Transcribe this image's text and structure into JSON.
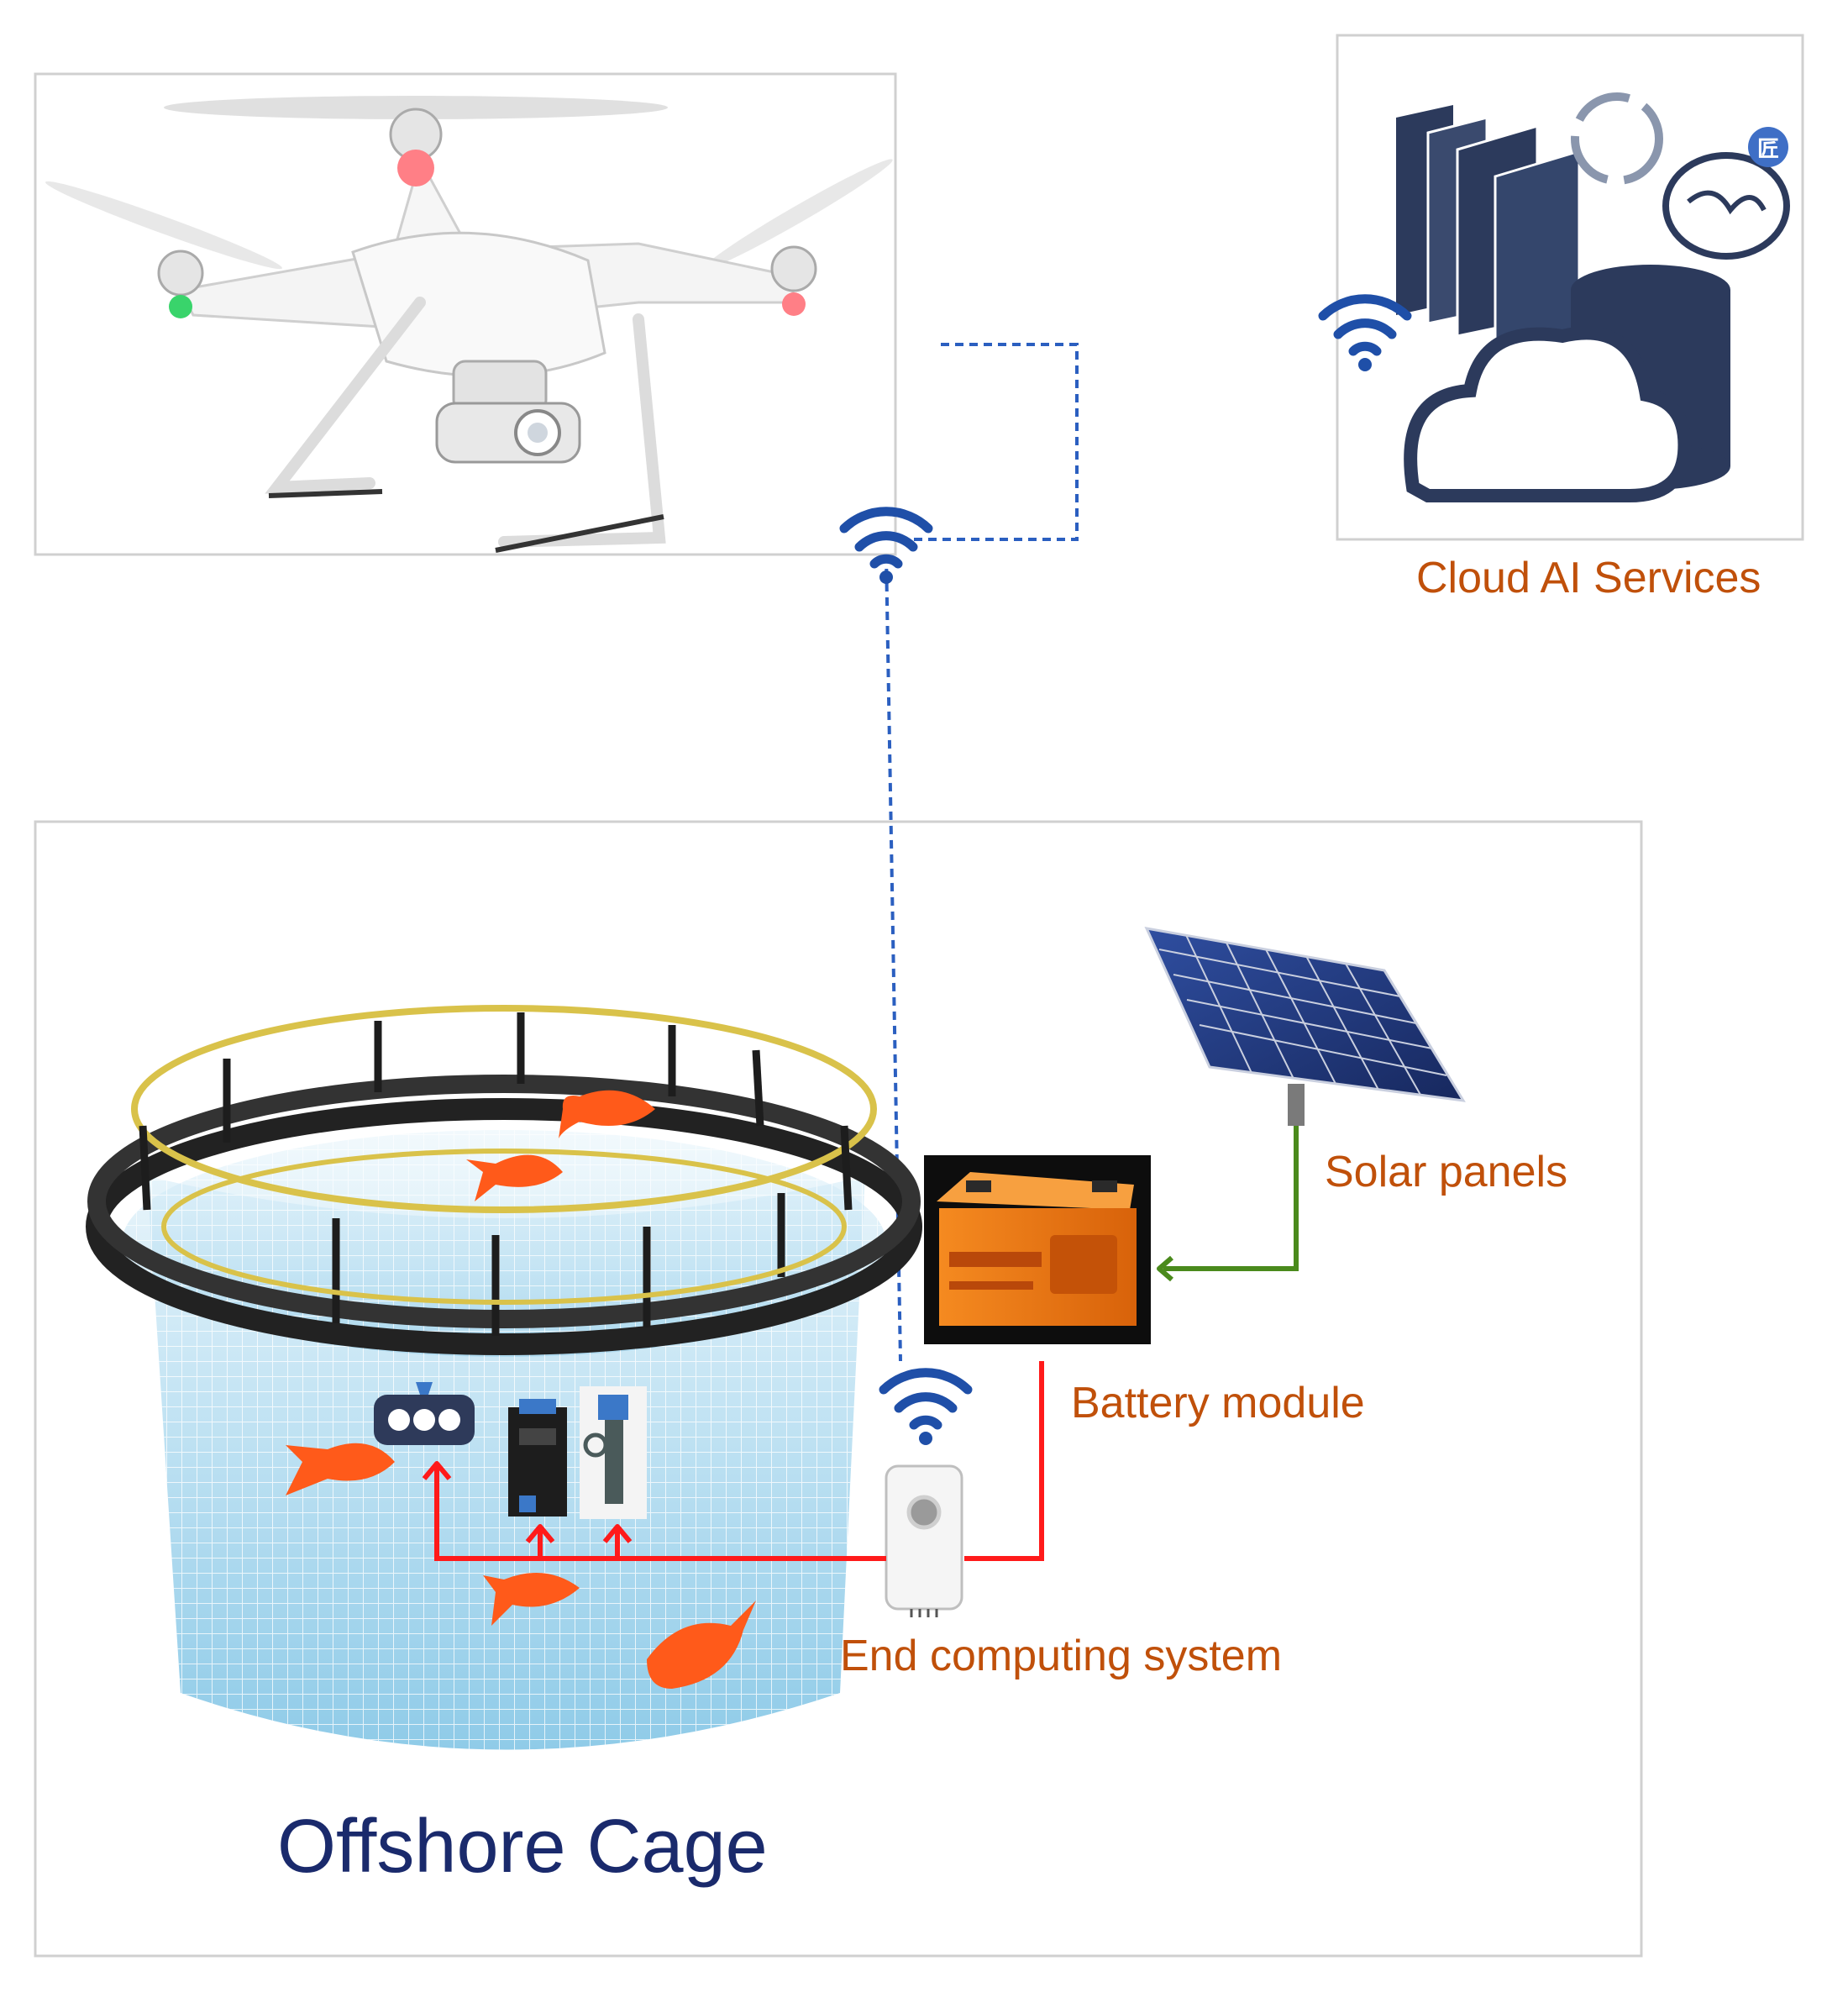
{
  "labels": {
    "cloud": "Cloud AI Services",
    "solar": "Solar panels",
    "battery": "Battery module",
    "end_computing": "End computing system",
    "cage": "Offshore Cage"
  },
  "icons": {
    "drone": "drone-icon",
    "cloud_services": "cloud-server-icon",
    "solar_panel": "solar-panel-icon",
    "battery": "battery-icon",
    "end_device": "end-computing-device-icon",
    "wifi": "wifi-icon",
    "sensors": [
      "underwater-camera-icon",
      "water-quality-sensor-icon",
      "probe-sensor-icon"
    ],
    "fish": "fish-icon"
  },
  "colors": {
    "label_orange": "#c0500a",
    "cage_title": "#1a2a6c",
    "wireless_link": "#2b5fc0",
    "power_link": "#ff1a1a",
    "solar_link": "#4a8a1c",
    "wifi_icon": "#1f4fa8",
    "fish": "#ff5a1a",
    "battery_body": "#f07a10"
  }
}
